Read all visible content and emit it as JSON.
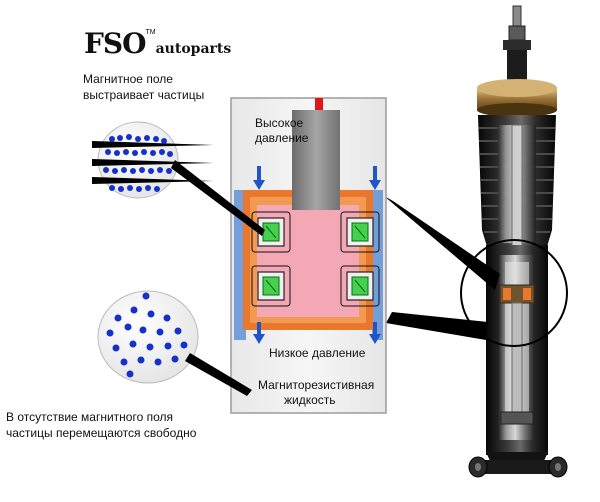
{
  "logo": {
    "brand": "FSO",
    "tm": "TM",
    "sub": "autoparts"
  },
  "labels": {
    "magnetic_field": [
      "Магнитное поле",
      "выстраивает частицы"
    ],
    "high_pressure": [
      "Высокое",
      "давление"
    ],
    "low_pressure": "Низкое давление",
    "fluid": [
      "Магниторезистивная",
      "жидкость"
    ],
    "no_field": [
      "В отсутствие магнитного поля",
      "частицы перемещаются свободно"
    ]
  },
  "colors": {
    "particle": "#1531c9",
    "piston_pink": "#f4a7b5",
    "rod_gray": "#8f8f8f",
    "arrow_blue": "#1f55c8",
    "coil_orange": "#e9772c",
    "coil_green": "#45d14f",
    "indicator_red": "#e0161b",
    "shock_body": "#1b1b1b",
    "panel_bg": "#efefef"
  }
}
